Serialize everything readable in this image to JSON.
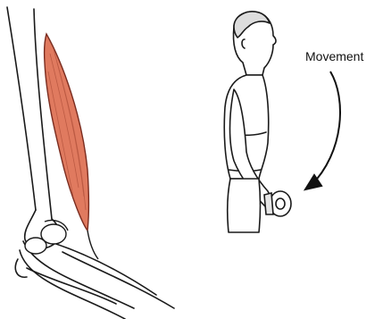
{
  "diagram": {
    "movement_label": "Movement",
    "colors": {
      "muscle_fill": "#e07a5f",
      "muscle_stroke": "#7a2c1f",
      "line": "#1a1a1a",
      "background": "#ffffff"
    },
    "icons": [
      "arm-anatomy-illustration",
      "standing-man-illustration",
      "dumbbell-icon",
      "curved-arrow-icon"
    ]
  }
}
